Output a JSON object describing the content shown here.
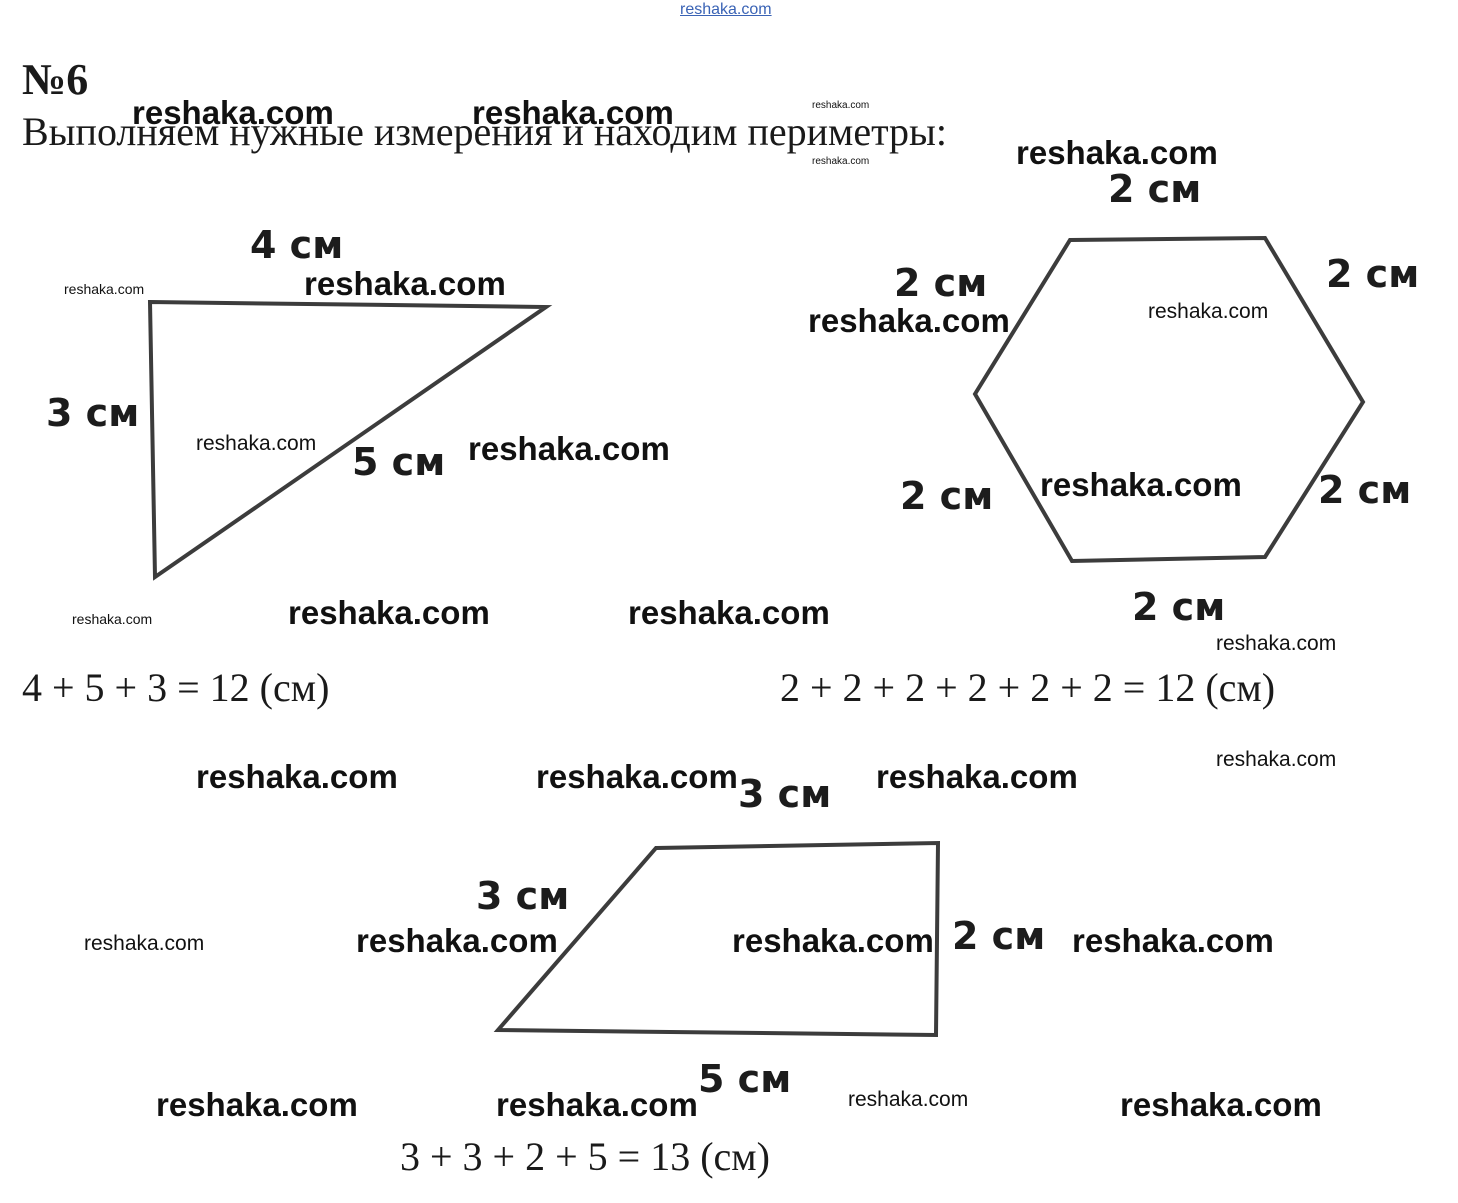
{
  "task_number": "№6",
  "instruction": "Выполняем нужные измерения и находим периметры:",
  "triangle": {
    "labels": [
      "4 см",
      "3 см",
      "5 см"
    ],
    "equation": "4 + 5 + 3 = 12 (см)"
  },
  "hexagon": {
    "labels": [
      "2 см",
      "2 см",
      "2 см",
      "2 см",
      "2 см",
      "2 см"
    ],
    "equation": "2 + 2 + 2 + 2 + 2 + 2 = 12 (см)"
  },
  "trapezoid": {
    "labels": [
      "3 см",
      "3 см",
      "2 см",
      "5 см"
    ],
    "equation": "3 + 3 + 2 + 5 = 13 (см)"
  },
  "watermark": {
    "text": "reshaka.com"
  },
  "colors": {
    "stroke": "#3c3c3c",
    "text": "#1a1a1a",
    "top_link": "#3a63b5"
  }
}
